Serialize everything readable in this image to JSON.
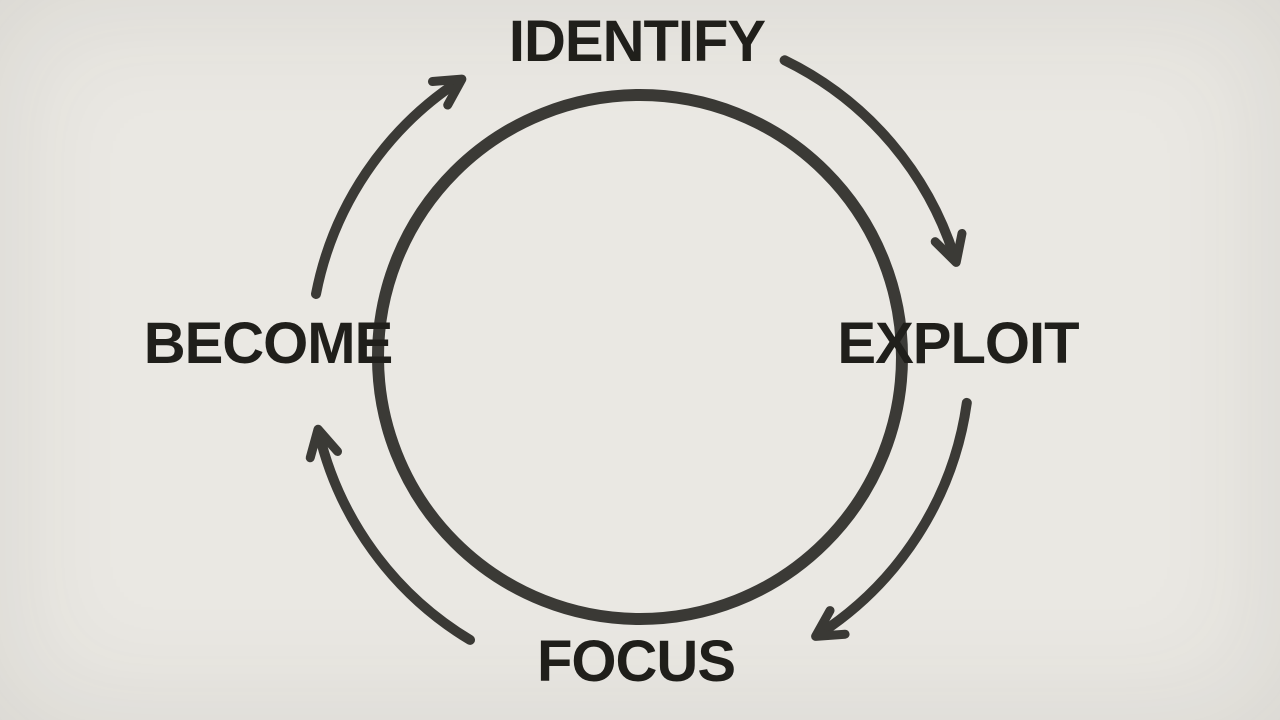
{
  "diagram": {
    "type": "cycle",
    "direction": "clockwise",
    "nodes": [
      {
        "id": "identify",
        "label": "IDENTIFY",
        "position": "top"
      },
      {
        "id": "exploit",
        "label": "EXPLOIT",
        "position": "right"
      },
      {
        "id": "focus",
        "label": "FOCUS",
        "position": "bottom"
      },
      {
        "id": "become",
        "label": "BECOME",
        "position": "left"
      }
    ],
    "arrows": [
      {
        "from": "IDENTIFY",
        "to": "EXPLOIT"
      },
      {
        "from": "EXPLOIT",
        "to": "FOCUS"
      },
      {
        "from": "FOCUS",
        "to": "BECOME"
      },
      {
        "from": "BECOME",
        "to": "IDENTIFY"
      }
    ]
  },
  "colors": {
    "background": "#eae8e3",
    "stroke": "#3b3a36",
    "text": "#201f1b"
  }
}
